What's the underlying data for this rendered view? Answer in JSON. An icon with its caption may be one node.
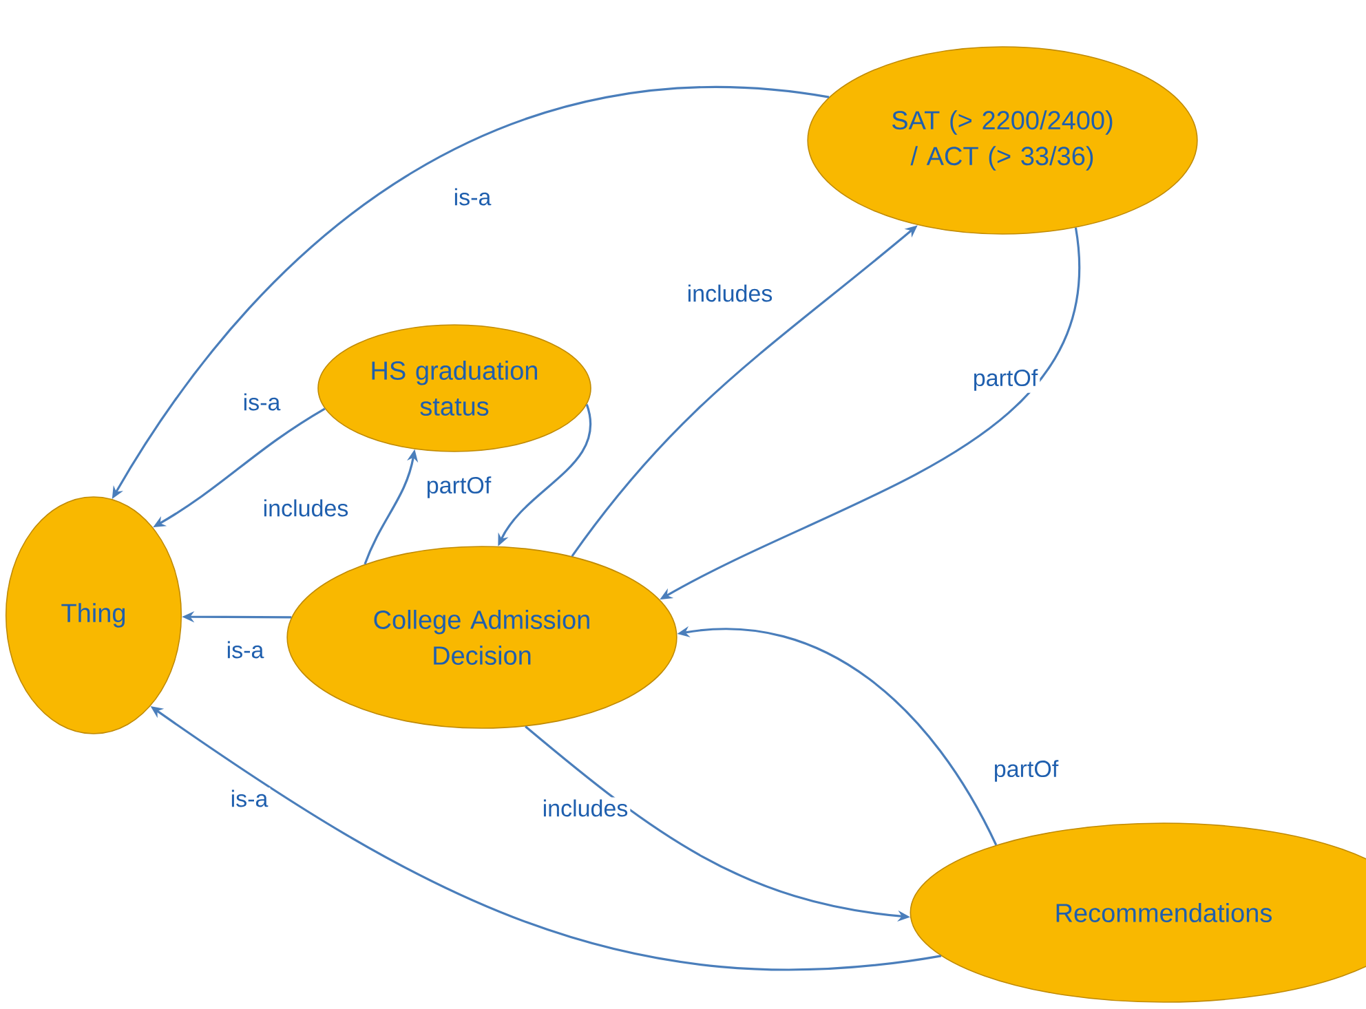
{
  "diagram": {
    "nodes": [
      {
        "text": [
          "Thing"
        ]
      },
      {
        "text": [
          "SAT (> 2200/2400) / ACT (> 33/36)"
        ]
      },
      {
        "text": [
          "HS graduation status"
        ]
      },
      {
        "text": [
          "College Admission Decision"
        ]
      },
      {
        "text": [
          "Recommendations"
        ]
      }
    ],
    "edges": [
      {
        "from": 1,
        "to": 0,
        "arrow": "to",
        "label": "is-a"
      },
      {
        "from": 2,
        "to": 0,
        "arrow": "to",
        "label": "is-a"
      },
      {
        "from": 3,
        "to": 2,
        "arrow": "to",
        "label": "includes"
      },
      {
        "from": 2,
        "to": 3,
        "arrow": "to",
        "label": "partOf"
      },
      {
        "from": 3,
        "to": 0,
        "arrow": "to",
        "label": "is-a"
      },
      {
        "from": 3,
        "to": 1,
        "arrow": "to",
        "label": "includes"
      },
      {
        "from": 1,
        "to": 3,
        "arrow": "to",
        "label": "partOf"
      },
      {
        "from": 4,
        "to": 3,
        "arrow": "to",
        "label": "partOf"
      },
      {
        "from": 3,
        "to": 4,
        "arrow": "to",
        "label": "includes"
      },
      {
        "from": 4,
        "to": 0,
        "arrow": "to",
        "label": "is-a"
      }
    ]
  }
}
